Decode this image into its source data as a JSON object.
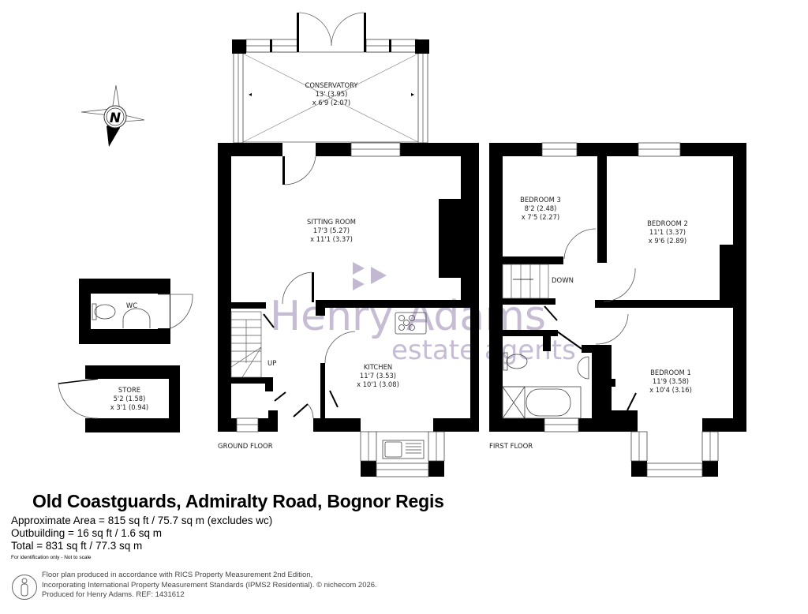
{
  "property": {
    "title": "Old Coastguards, Admiralty Road, Bognor Regis",
    "approximate_area": "Approximate Area = 815 sq ft / 75.7 sq m (excludes wc)",
    "outbuilding": "Outbuilding = 16 sq ft / 1.6 sq m",
    "total": "Total = 831 sq ft / 77.3 sq m",
    "disclaimer": "For identification only - Not to scale"
  },
  "floors": {
    "ground": {
      "label": "GROUND FLOOR",
      "stairs_label": "UP",
      "rooms": [
        {
          "name": "CONSERVATORY",
          "dim1": "13' (3.95)",
          "dim2": "x 6'9 (2.07)"
        },
        {
          "name": "SITTING ROOM",
          "dim1": "17'3 (5.27)",
          "dim2": "x 11'1 (3.37)"
        },
        {
          "name": "KITCHEN",
          "dim1": "11'7 (3.53)",
          "dim2": "x 10'1 (3.08)"
        }
      ]
    },
    "first": {
      "label": "FIRST FLOOR",
      "stairs_label": "DOWN",
      "rooms": [
        {
          "name": "BEDROOM 3",
          "dim1": "8'2 (2.48)",
          "dim2": "x 7'5 (2.27)"
        },
        {
          "name": "BEDROOM 2",
          "dim1": "11'1 (3.37)",
          "dim2": "x 9'6 (2.89)"
        },
        {
          "name": "BEDROOM 1",
          "dim1": "11'9 (3.58)",
          "dim2": "x 10'4 (3.16)"
        }
      ]
    },
    "outbuildings": {
      "wc": {
        "name": "WC"
      },
      "store": {
        "name": "STORE",
        "dim1": "5'2 (1.58)",
        "dim2": "x 3'1 (0.94)"
      }
    }
  },
  "compass": {
    "label": "N"
  },
  "watermark": {
    "line1": "Henry Adams",
    "line2": "estate agents",
    "color": "#b3a6c6"
  },
  "footer": {
    "line1": "Floor plan produced in accordance with RICS Property Measurement 2nd Edition,",
    "line2": "Incorporating International Property Measurement Standards (IPMS2 Residential).   © nichecom 2026.",
    "line3": "Produced for Henry Adams.   REF: 1431612"
  },
  "colors": {
    "wall": "#000000",
    "line": "#444444",
    "text": "#222222"
  }
}
